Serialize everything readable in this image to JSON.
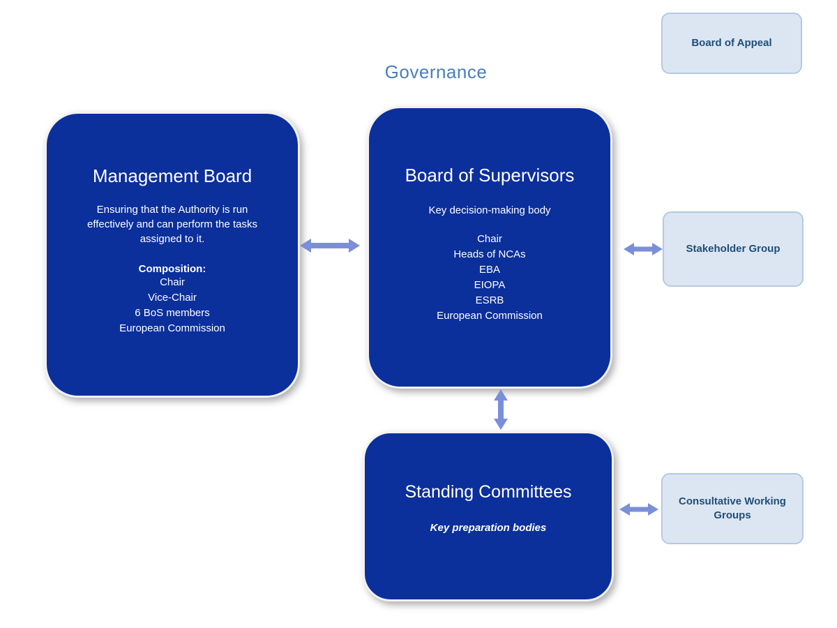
{
  "title": "Governance",
  "colors": {
    "dark_box": "#0b2f9b",
    "light_box": "#dce6f2",
    "light_box_border": "#b4c9e2",
    "light_box_text": "#1f4e79",
    "arrow": "#7b8fd8",
    "title_text": "#4a7ebc"
  },
  "boxes": {
    "board_of_appeal": {
      "label": "Board of Appeal"
    },
    "management_board": {
      "title": "Management Board",
      "description": "Ensuring that the Authority is run effectively and can perform the tasks assigned to it.",
      "composition_label": "Composition:",
      "members": [
        "Chair",
        "Vice-Chair",
        "6 BoS members",
        "European Commission"
      ]
    },
    "board_of_supervisors": {
      "title": "Board of Supervisors",
      "subtitle": "Key decision-making body",
      "members": [
        "Chair",
        "Heads of NCAs",
        "EBA",
        "EIOPA",
        "ESRB",
        "European Commission"
      ]
    },
    "stakeholder_group": {
      "label": "Stakeholder Group"
    },
    "standing_committees": {
      "title": "Standing Committees",
      "subtitle": "Key preparation bodies"
    },
    "consultative_working_groups": {
      "label": "Consultative Working Groups"
    }
  }
}
